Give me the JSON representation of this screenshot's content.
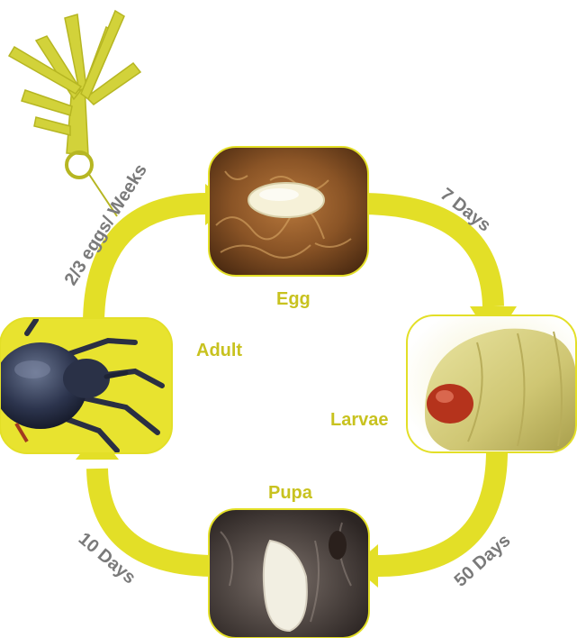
{
  "colors": {
    "arrow": "#e3df27",
    "arrow_stroke": "#c9c51c",
    "label_yellow": "#c8c21f",
    "label_gray": "#7a7a7a",
    "plant": "#d2d23a",
    "plant_outline": "#b6b622"
  },
  "stages": {
    "egg": "Egg",
    "larvae": "Larvae",
    "pupa": "Pupa",
    "adult": "Adult"
  },
  "durations": {
    "egg_to_larvae": "7 Days",
    "larvae_to_pupa": "50 Days",
    "pupa_to_adult": "10 Days",
    "adult_to_egg": "2/3 eggs/ Weeks"
  },
  "icons": {
    "plant": "palm-plant-icon",
    "egg": "egg-photo",
    "larvae": "larvae-photo",
    "pupa": "pupa-photo",
    "adult": "weevil-photo"
  }
}
